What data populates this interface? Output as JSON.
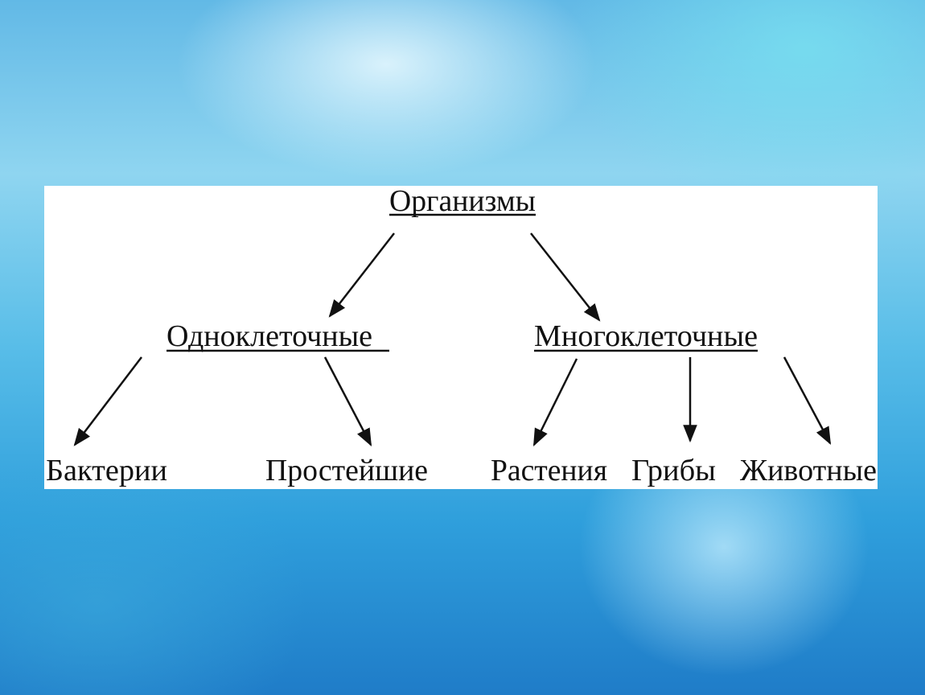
{
  "diagram": {
    "root": "Организмы",
    "level1": {
      "unicellular": "Одноклеточные",
      "multicellular": "Многоклеточные"
    },
    "level2": {
      "bacteria": "Бактерии",
      "protozoa": "Простейшие",
      "plants": "Растения",
      "fungi": "Грибы",
      "animals": "Животные"
    }
  }
}
